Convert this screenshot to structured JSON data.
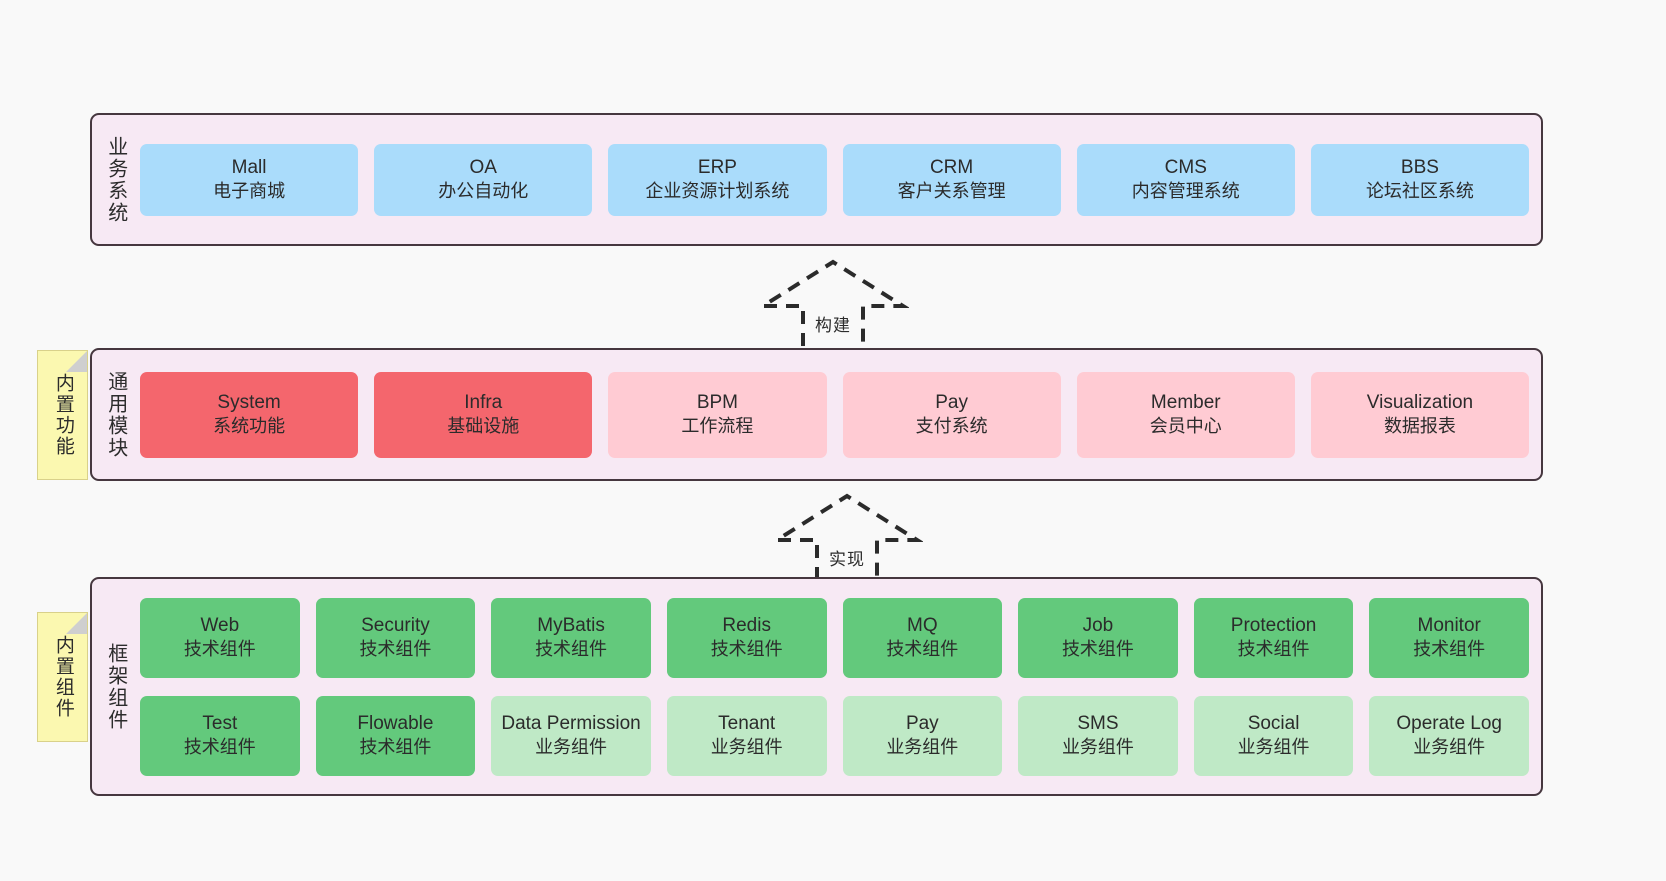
{
  "diagram": {
    "background_color": "#f9f9f9",
    "layer_fill": "#f7e9f4",
    "layer_border": "#46373f"
  },
  "notes": [
    {
      "label": "内置功能",
      "color": "#fbf8b0"
    },
    {
      "label": "内置组件",
      "color": "#fbf8b0"
    }
  ],
  "arrows": [
    {
      "label": "构建",
      "style": "dashed-block-arrow-up"
    },
    {
      "label": "实现",
      "style": "dashed-block-arrow-up"
    }
  ],
  "layers": [
    {
      "title": "业务系统",
      "rows": [
        [
          {
            "en": "Mall",
            "cn": "电子商城",
            "color": "#aadcfb"
          },
          {
            "en": "OA",
            "cn": "办公自动化",
            "color": "#aadcfb"
          },
          {
            "en": "ERP",
            "cn": "企业资源计划系统",
            "color": "#aadcfb"
          },
          {
            "en": "CRM",
            "cn": "客户关系管理",
            "color": "#aadcfb"
          },
          {
            "en": "CMS",
            "cn": "内容管理系统",
            "color": "#aadcfb"
          },
          {
            "en": "BBS",
            "cn": "论坛社区系统",
            "color": "#aadcfb"
          }
        ]
      ]
    },
    {
      "title": "通用模块",
      "rows": [
        [
          {
            "en": "System",
            "cn": "系统功能",
            "color": "#f4666d"
          },
          {
            "en": "Infra",
            "cn": "基础设施",
            "color": "#f4666d"
          },
          {
            "en": "BPM",
            "cn": "工作流程",
            "color": "#ffcbd3"
          },
          {
            "en": "Pay",
            "cn": "支付系统",
            "color": "#ffcbd3"
          },
          {
            "en": "Member",
            "cn": "会员中心",
            "color": "#ffcbd3"
          },
          {
            "en": "Visualization",
            "cn": "数据报表",
            "color": "#ffcbd3"
          }
        ]
      ]
    },
    {
      "title": "框架组件",
      "rows": [
        [
          {
            "en": "Web",
            "cn": "技术组件",
            "color": "#63c97c"
          },
          {
            "en": "Security",
            "cn": "技术组件",
            "color": "#63c97c"
          },
          {
            "en": "MyBatis",
            "cn": "技术组件",
            "color": "#63c97c"
          },
          {
            "en": "Redis",
            "cn": "技术组件",
            "color": "#63c97c"
          },
          {
            "en": "MQ",
            "cn": "技术组件",
            "color": "#63c97c"
          },
          {
            "en": "Job",
            "cn": "技术组件",
            "color": "#63c97c"
          },
          {
            "en": "Protection",
            "cn": "技术组件",
            "color": "#63c97c"
          },
          {
            "en": "Monitor",
            "cn": "技术组件",
            "color": "#63c97c"
          }
        ],
        [
          {
            "en": "Test",
            "cn": "技术组件",
            "color": "#63c97c"
          },
          {
            "en": "Flowable",
            "cn": "技术组件",
            "color": "#63c97c"
          },
          {
            "en": "Data Permission",
            "cn": "业务组件",
            "color": "#bfe9c6"
          },
          {
            "en": "Tenant",
            "cn": "业务组件",
            "color": "#bfe9c6"
          },
          {
            "en": "Pay",
            "cn": "业务组件",
            "color": "#bfe9c6"
          },
          {
            "en": "SMS",
            "cn": "业务组件",
            "color": "#bfe9c6"
          },
          {
            "en": "Social",
            "cn": "业务组件",
            "color": "#bfe9c6"
          },
          {
            "en": "Operate Log",
            "cn": "业务组件",
            "color": "#bfe9c6"
          }
        ]
      ]
    }
  ]
}
